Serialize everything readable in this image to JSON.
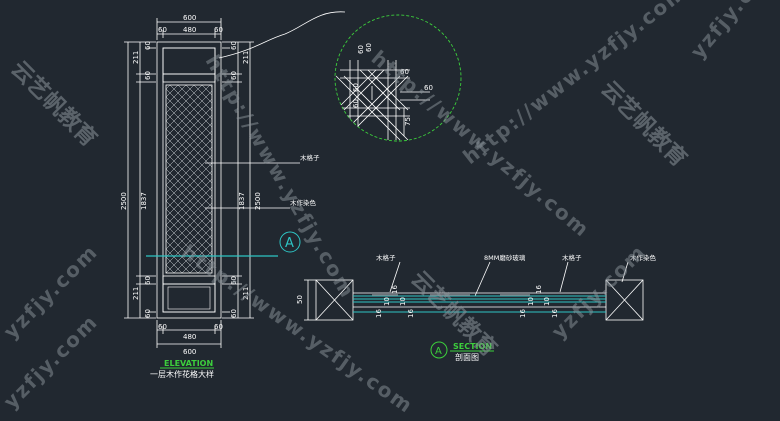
{
  "elevation": {
    "top_dims": [
      "600",
      "60",
      "480",
      "60"
    ],
    "bottom_dims": [
      "60",
      "480",
      "60",
      "600"
    ],
    "left_dims_top": [
      "211",
      "60",
      "60"
    ],
    "left_total": "2500",
    "left_mid": "1837",
    "left_dims_bottom": [
      "211",
      "60",
      "60"
    ],
    "right_dims_top": [
      "211",
      "60",
      "60"
    ],
    "right_total": "2500",
    "right_mid": "1837",
    "right_dims_bottom": [
      "211",
      "60",
      "60"
    ],
    "callout_lattice": "木格子",
    "callout_paint": "木作染色",
    "section_marker": "A",
    "title_en": "ELEVATION",
    "title_cn": "一层木作花格大样"
  },
  "detail": {
    "dims": [
      "60",
      "60",
      "60",
      "60",
      "60",
      "60",
      "75"
    ]
  },
  "section": {
    "label_lattice_left": "木格子",
    "label_glass": "8MM磨砂玻璃",
    "label_lattice_right": "木格子",
    "label_paint": "木作染色",
    "height_dim": "50",
    "mid_dims": [
      "16",
      "10",
      "16",
      "10",
      "16"
    ],
    "mid_dims_right": [
      "16",
      "10",
      "16",
      "10",
      "16"
    ],
    "marker": "A",
    "title_en": "SECTION",
    "title_cn": "剖面图"
  },
  "watermarks": {
    "brand_cn": "云艺帆教育",
    "url": "http://www.yzfjy.com",
    "url_short": "yzfjy.com"
  },
  "colors": {
    "background": "#212830",
    "line": "#ffffff",
    "accent": "#3ccf3c",
    "section_line": "#2ec4c4",
    "watermark": "#8b949b"
  }
}
